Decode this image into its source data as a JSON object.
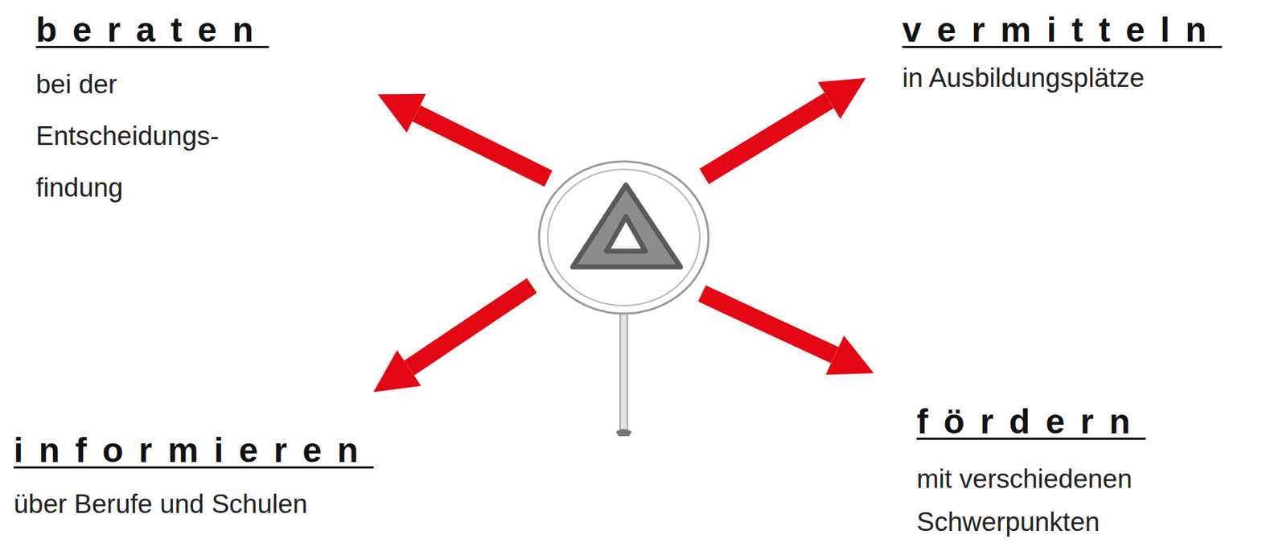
{
  "diagram": {
    "nodes": [
      {
        "text": [
          "beraten",
          "bei der Entscheidungs- findung"
        ]
      },
      {
        "text": [
          "vermitteln",
          "in Ausbildungsplätze"
        ]
      },
      {
        "text": [
          "informieren",
          "über Berufe und Schulen"
        ]
      },
      {
        "text": [
          "fördern",
          "mit verschiedenen Schwerpunkten"
        ]
      }
    ]
  }
}
